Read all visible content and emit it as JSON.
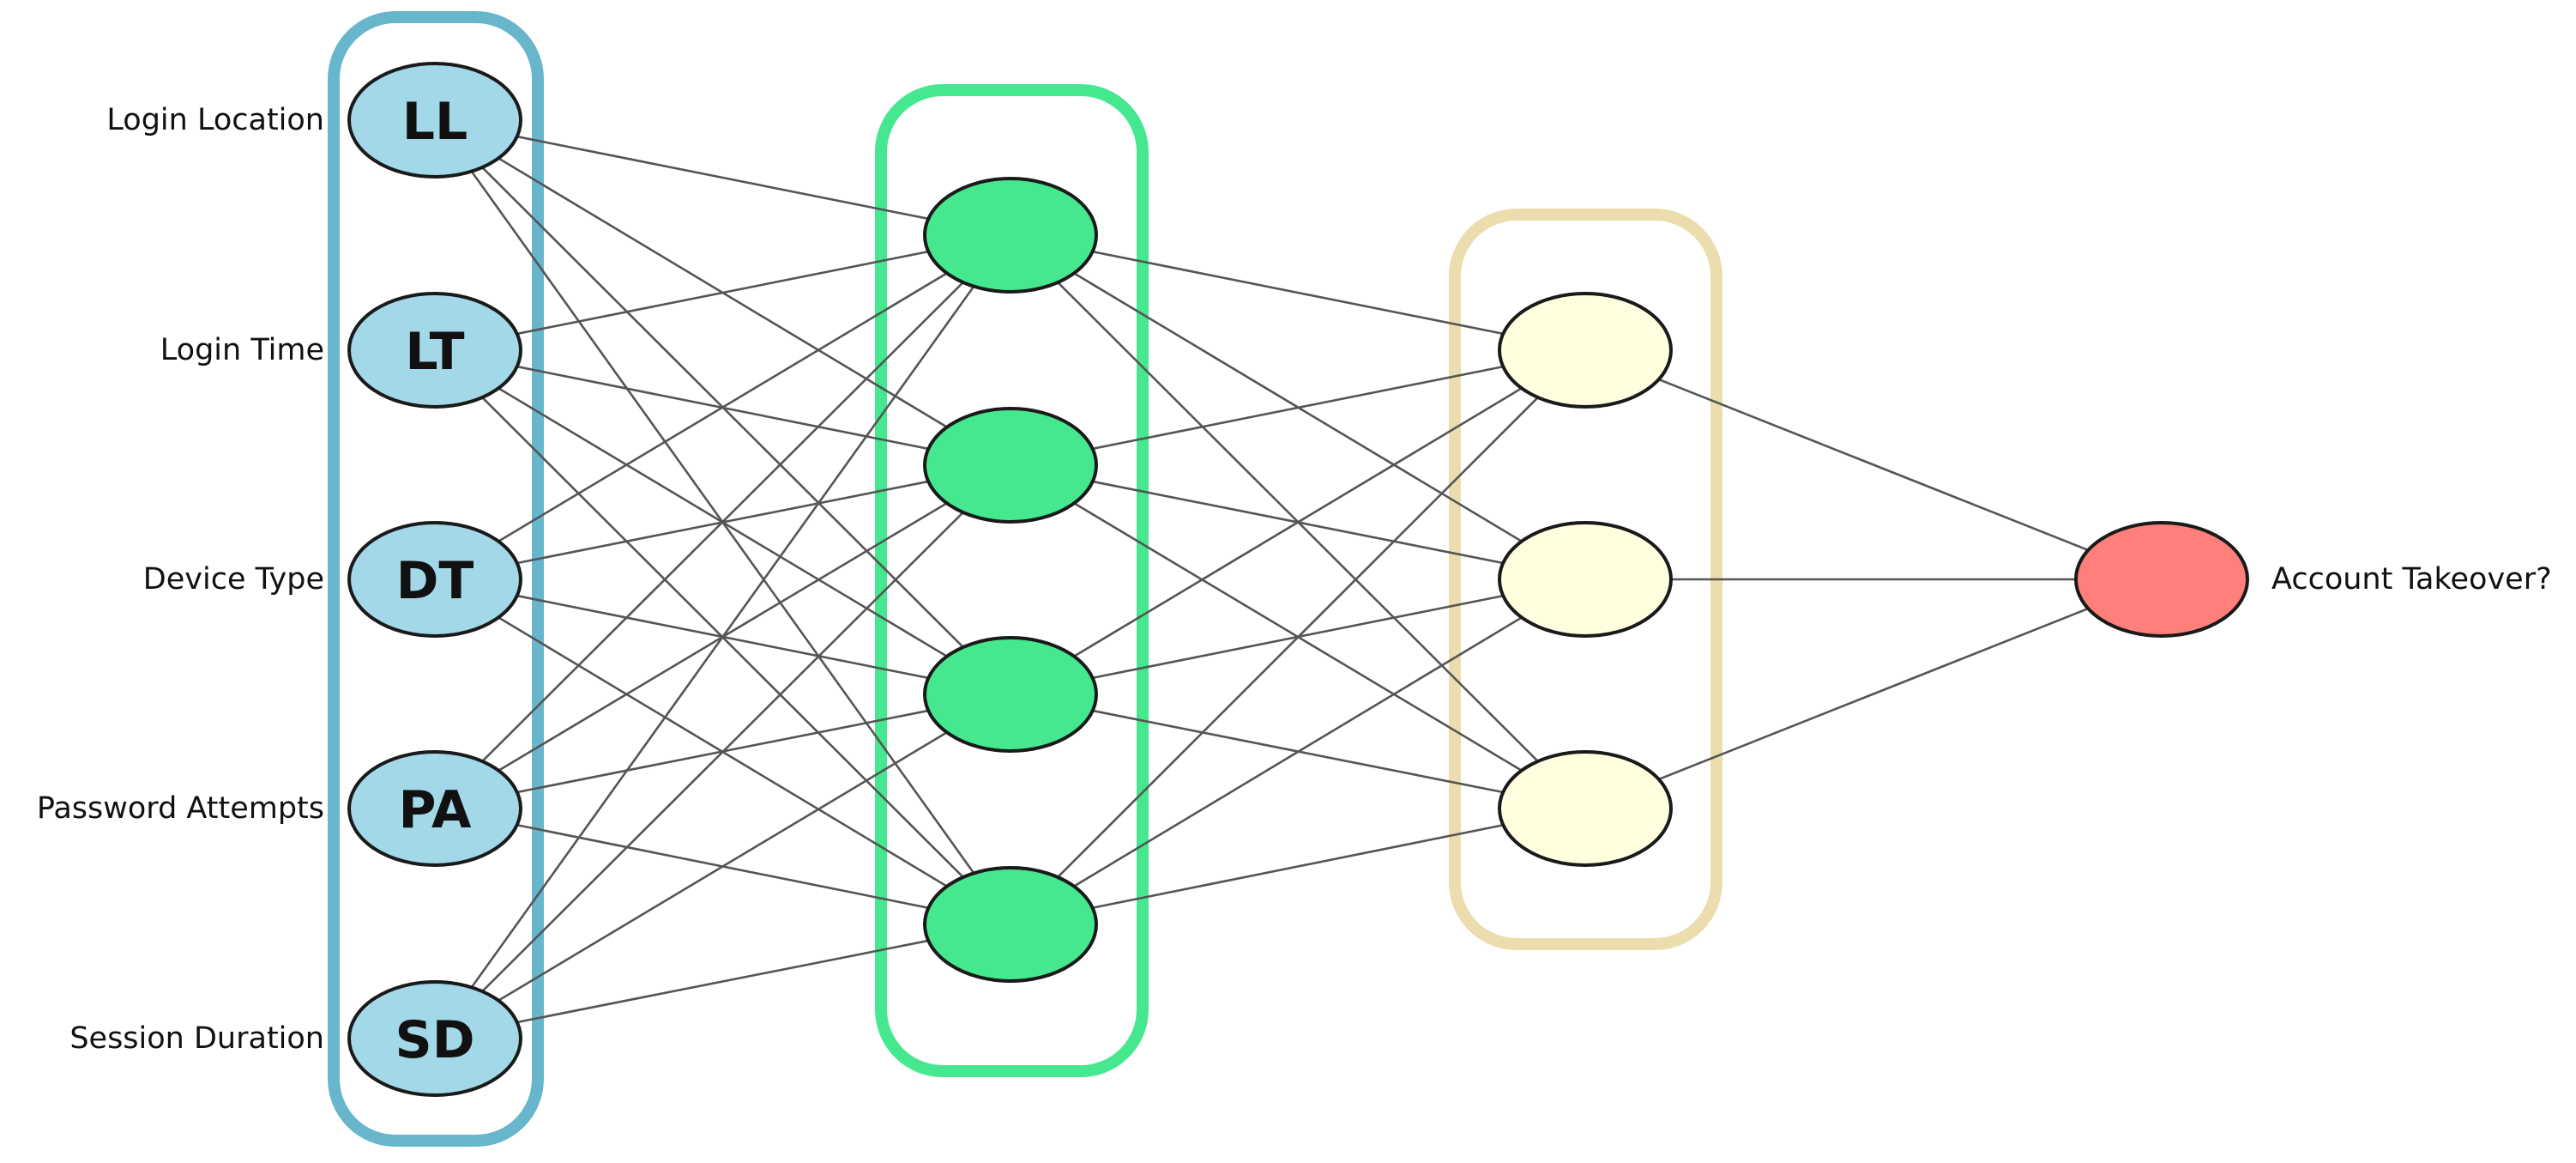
{
  "inputs": [
    {
      "abbr": "LL",
      "label": "Login Location"
    },
    {
      "abbr": "LT",
      "label": "Login Time"
    },
    {
      "abbr": "DT",
      "label": "Device Type"
    },
    {
      "abbr": "PA",
      "label": "Password Attempts"
    },
    {
      "abbr": "SD",
      "label": "Session Duration"
    }
  ],
  "hidden_layer_1_size": 4,
  "hidden_layer_2_size": 3,
  "output": {
    "label": "Account Takeover?"
  },
  "colors": {
    "input_node": "#a2d8e8",
    "input_box": "#67b6cc",
    "hidden1_node": "#45e88e",
    "hidden1_box": "#45e88e",
    "hidden2_node": "#ffffe0",
    "hidden2_box": "#ebddad",
    "output_node": "#ff7f7a",
    "edge": "#555555"
  }
}
